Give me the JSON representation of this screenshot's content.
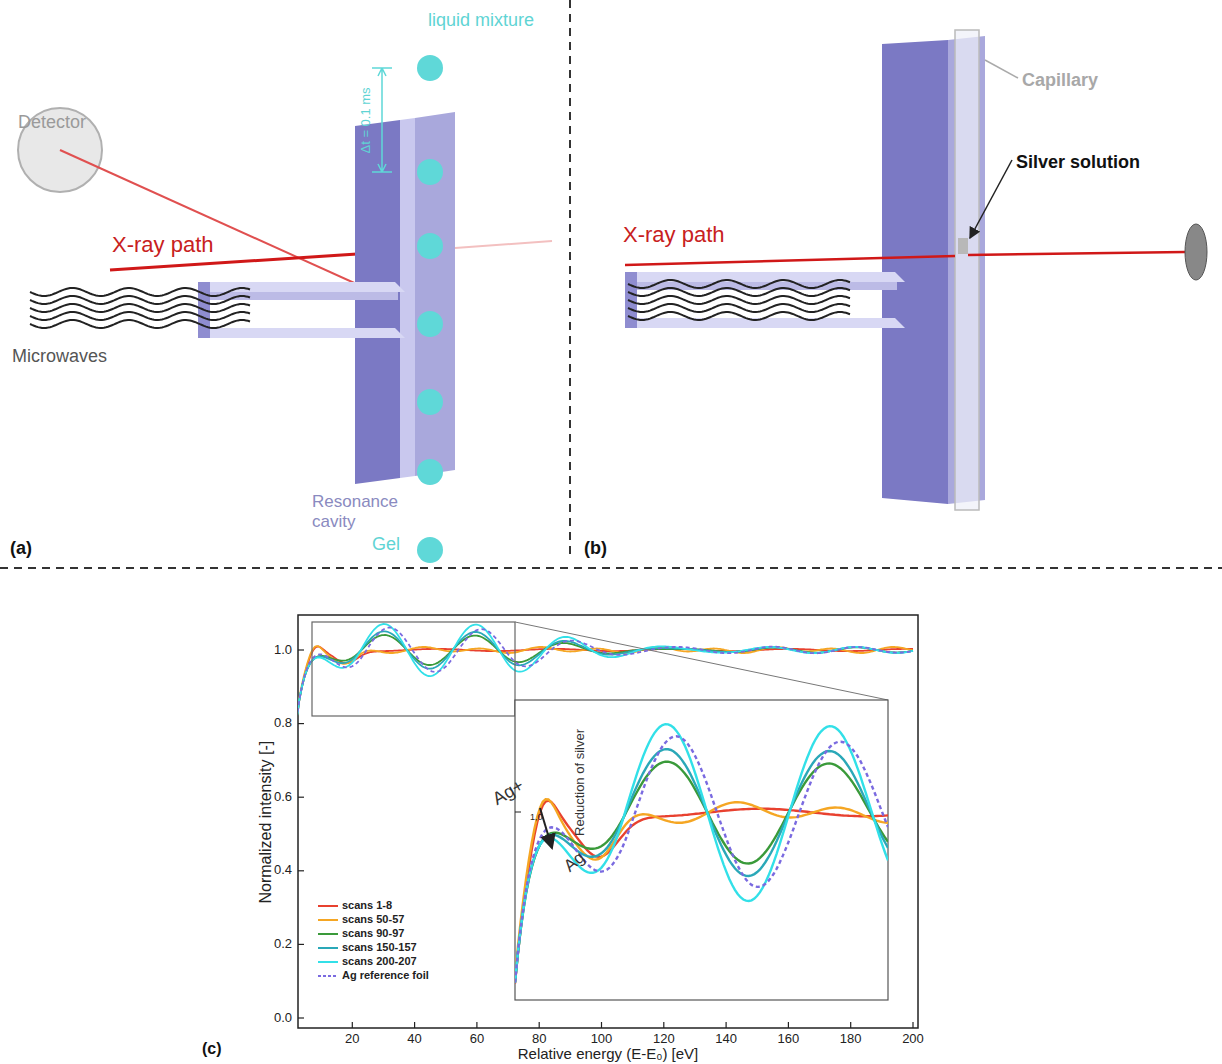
{
  "diagram": {
    "labels": [
      "liquid mixture",
      "Δt = 0.1 ms",
      "Detector",
      "X-ray path",
      "Microwaves",
      "Resonance cavity",
      "Gel",
      "(a)",
      "Capillary",
      "Silver solution",
      "X-ray path",
      "(b)",
      "0.0",
      "0.2",
      "0.4",
      "0.6",
      "0.8",
      "1.0",
      "20",
      "40",
      "60",
      "80",
      "100",
      "120",
      "140",
      "160",
      "180",
      "200",
      "Normalized intensity [-]",
      "Relative energy (E-E₀) [eV]",
      "(c)",
      "Ag+",
      "Reduction of silver",
      "Ag",
      "1,0"
    ],
    "legend": [
      {
        "text": "scans 1-8"
      },
      {
        "text": "scans 50-57"
      },
      {
        "text": "scans 90-97"
      },
      {
        "text": "scans 150-157"
      },
      {
        "text": "scans 200-207"
      },
      {
        "text": "Ag reference foil"
      }
    ]
  }
}
